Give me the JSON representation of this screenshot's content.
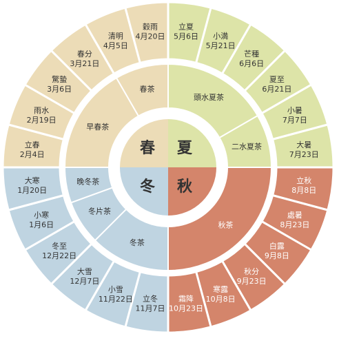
{
  "colors": {
    "spring": "#ecdcb7",
    "summer": "#dde4a8",
    "autumn": "#d4856b",
    "winter": "#bfd4e1",
    "text": "#333333",
    "autumn_text": "#ffffff",
    "divider": "#ffffff"
  },
  "seasons": [
    {
      "key": "spring",
      "label": "春"
    },
    {
      "key": "summer",
      "label": "夏"
    },
    {
      "key": "autumn",
      "label": "秋"
    },
    {
      "key": "winter",
      "label": "冬"
    }
  ],
  "teas": [
    {
      "key": "spring",
      "label": "早春茶"
    },
    {
      "key": "spring",
      "label": "春茶"
    },
    {
      "key": "summer",
      "label": "頭水夏茶"
    },
    {
      "key": "summer",
      "label": "二水夏茶"
    },
    {
      "key": "autumn",
      "label": "秋茶"
    },
    {
      "key": "winter",
      "label": "冬茶"
    },
    {
      "key": "winter",
      "label": "冬片茶"
    },
    {
      "key": "winter",
      "label": "晚冬茶"
    }
  ],
  "solar_terms": [
    {
      "key": "spring",
      "name": "立春",
      "date": "2月4日"
    },
    {
      "key": "spring",
      "name": "雨水",
      "date": "2月19日"
    },
    {
      "key": "spring",
      "name": "驚蟄",
      "date": "3月6日"
    },
    {
      "key": "spring",
      "name": "春分",
      "date": "3月21日"
    },
    {
      "key": "spring",
      "name": "清明",
      "date": "4月5日"
    },
    {
      "key": "spring",
      "name": "穀雨",
      "date": "4月20日"
    },
    {
      "key": "summer",
      "name": "立夏",
      "date": "5月6日"
    },
    {
      "key": "summer",
      "name": "小満",
      "date": "5月21日"
    },
    {
      "key": "summer",
      "name": "芒種",
      "date": "6月6日"
    },
    {
      "key": "summer",
      "name": "夏至",
      "date": "6月21日"
    },
    {
      "key": "summer",
      "name": "小暑",
      "date": "7月7日"
    },
    {
      "key": "summer",
      "name": "大暑",
      "date": "7月23日"
    },
    {
      "key": "autumn",
      "name": "立秋",
      "date": "8月8日"
    },
    {
      "key": "autumn",
      "name": "處暑",
      "date": "8月23日"
    },
    {
      "key": "autumn",
      "name": "白露",
      "date": "9月8日"
    },
    {
      "key": "autumn",
      "name": "秋分",
      "date": "9月23日"
    },
    {
      "key": "autumn",
      "name": "寒露",
      "date": "10月8日"
    },
    {
      "key": "autumn",
      "name": "霜降",
      "date": "10月23日"
    },
    {
      "key": "winter",
      "name": "立冬",
      "date": "11月7日"
    },
    {
      "key": "winter",
      "name": "小雪",
      "date": "11月22日"
    },
    {
      "key": "winter",
      "name": "大雪",
      "date": "12月7日"
    },
    {
      "key": "winter",
      "name": "冬至",
      "date": "12月22日"
    },
    {
      "key": "winter",
      "name": "小寒",
      "date": "1月6日"
    },
    {
      "key": "winter",
      "name": "大寒",
      "date": "1月20日"
    }
  ]
}
